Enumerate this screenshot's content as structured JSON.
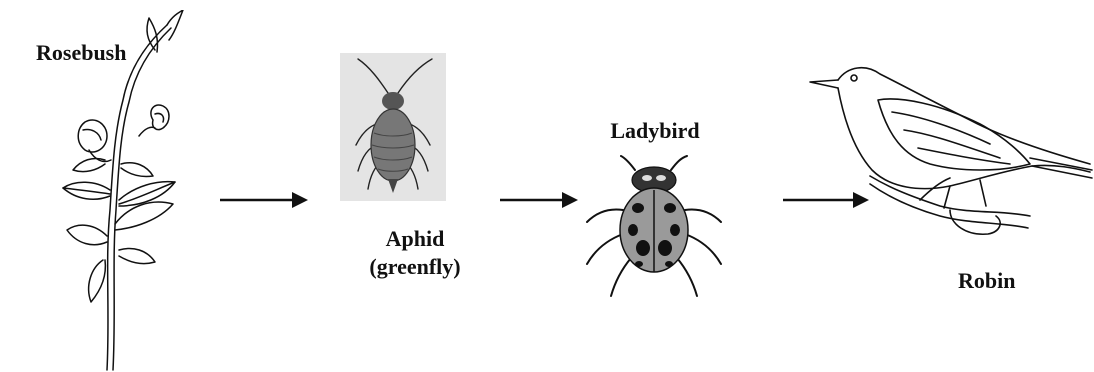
{
  "food_chain": {
    "organisms": [
      {
        "label": "Rosebush"
      },
      {
        "label": "Aphid",
        "label_line2": "(greenfly)"
      },
      {
        "label": "Ladybird"
      },
      {
        "label": "Robin"
      }
    ]
  },
  "colors": {
    "ink": "#111111",
    "photo_bg": "#e4e4e4"
  },
  "icons": [
    "rosebush-drawing",
    "aphid-photo",
    "ladybird-drawing",
    "robin-drawing",
    "arrow-right-icon"
  ]
}
